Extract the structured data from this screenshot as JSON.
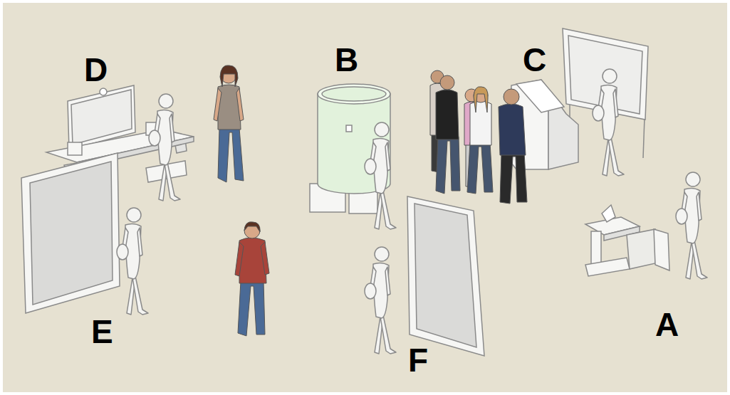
{
  "diagram": {
    "labels": [
      "D",
      "B",
      "C",
      "E",
      "F",
      "A"
    ]
  }
}
